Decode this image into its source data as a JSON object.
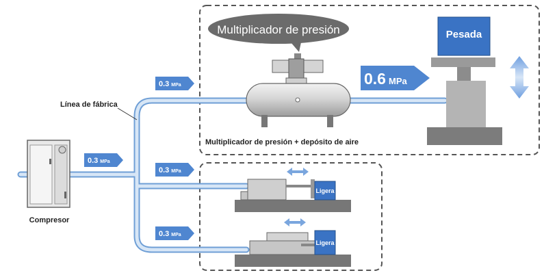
{
  "labels": {
    "multiplier_title": "Multiplicador de presión",
    "factory_line": "Línea de fábrica",
    "compressor": "Compresor",
    "assembly_caption": "Multiplicador de presión + depósito de aire",
    "heavy_load": "Pesada",
    "light_load_1": "Ligera",
    "light_load_2": "Ligera"
  },
  "pressures": {
    "compressor_out": {
      "value": "0.3",
      "unit": "MPa"
    },
    "line_top": {
      "value": "0.3",
      "unit": "MPa"
    },
    "line_mid": {
      "value": "0.3",
      "unit": "MPa"
    },
    "line_bottom": {
      "value": "0.3",
      "unit": "MPa"
    },
    "boosted": {
      "value": "0.6",
      "unit": "MPa"
    }
  },
  "colors": {
    "pipe": "#cfe0f3",
    "pipe_edge": "#6f9fd6",
    "arrow": "#4f86d0",
    "load_box": "#3a73c4",
    "dashed_border": "#555555",
    "tank": "#d9d9d9",
    "oval": "#6b6b6b"
  },
  "icons": [
    "compressor-icon",
    "pressure-booster-icon",
    "air-tank-icon",
    "double-arrow-icon",
    "cylinder-icon"
  ]
}
